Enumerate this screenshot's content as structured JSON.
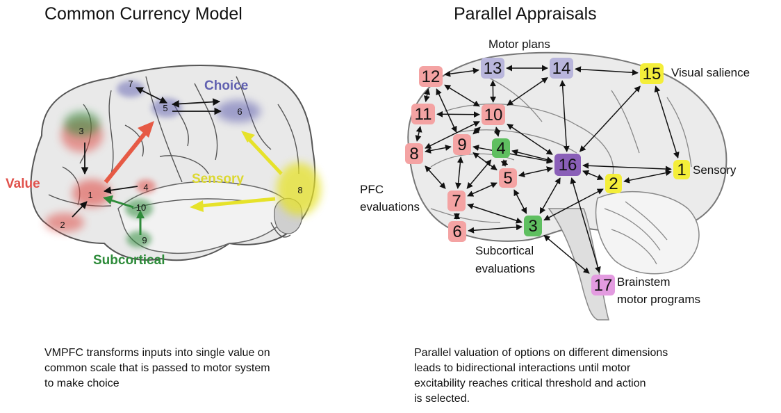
{
  "left_panel": {
    "title": "Common Currency Model",
    "caption": [
      "VMPFC transforms inputs into single value on",
      "common scale that is passed to motor system",
      "to make choice"
    ],
    "groups": {
      "value": {
        "label": "Value",
        "color": "#e0504a"
      },
      "choice": {
        "label": "Choice",
        "color": "#6060b0"
      },
      "sensory": {
        "label": "Sensory",
        "color": "#e6e22a"
      },
      "subcortical": {
        "label": "Subcortical",
        "color": "#2e8b3a"
      }
    },
    "regions": [
      {
        "id": "1",
        "group": "value"
      },
      {
        "id": "2",
        "group": "value"
      },
      {
        "id": "3",
        "group": "subcortical"
      },
      {
        "id": "4",
        "group": "value"
      },
      {
        "id": "5",
        "group": "choice"
      },
      {
        "id": "6",
        "group": "choice"
      },
      {
        "id": "7",
        "group": "choice"
      },
      {
        "id": "8",
        "group": "sensory"
      },
      {
        "id": "9",
        "group": "subcortical"
      },
      {
        "id": "10",
        "group": "subcortical"
      }
    ]
  },
  "right_panel": {
    "title": "Parallel Appraisals",
    "caption": [
      "Parallel valuation of options on different dimensions",
      "leads to bidirectional interactions until motor",
      "excitability reaches critical threshold and action",
      "is selected."
    ],
    "colors": {
      "pfc": "#f4a3a3",
      "choice": "#b9b6dc",
      "sensory": "#f4ee3a",
      "subcortical": "#5fbf60",
      "integrator": "#8a5fb8",
      "brainstem": "#e39be0"
    },
    "nodes": [
      {
        "id": "1",
        "cat": "sensory"
      },
      {
        "id": "2",
        "cat": "sensory"
      },
      {
        "id": "3",
        "cat": "subcortical"
      },
      {
        "id": "4",
        "cat": "subcortical"
      },
      {
        "id": "5",
        "cat": "pfc"
      },
      {
        "id": "6",
        "cat": "pfc"
      },
      {
        "id": "7",
        "cat": "pfc"
      },
      {
        "id": "8",
        "cat": "pfc"
      },
      {
        "id": "9",
        "cat": "pfc"
      },
      {
        "id": "10",
        "cat": "pfc"
      },
      {
        "id": "11",
        "cat": "pfc"
      },
      {
        "id": "12",
        "cat": "pfc"
      },
      {
        "id": "13",
        "cat": "choice"
      },
      {
        "id": "14",
        "cat": "choice"
      },
      {
        "id": "15",
        "cat": "sensory"
      },
      {
        "id": "16",
        "cat": "integrator"
      },
      {
        "id": "17",
        "cat": "brainstem"
      }
    ],
    "labels": {
      "motor_plans": "Motor plans",
      "visual_salience": "Visual salience",
      "sensory": "Sensory",
      "pfc_line1": "PFC",
      "pfc_line2": "evaluations",
      "subcortical_line1": "Subcortical",
      "subcortical_line2": "evaluations",
      "brainstem_line1": "Brainstem",
      "brainstem_line2": "motor programs"
    }
  }
}
